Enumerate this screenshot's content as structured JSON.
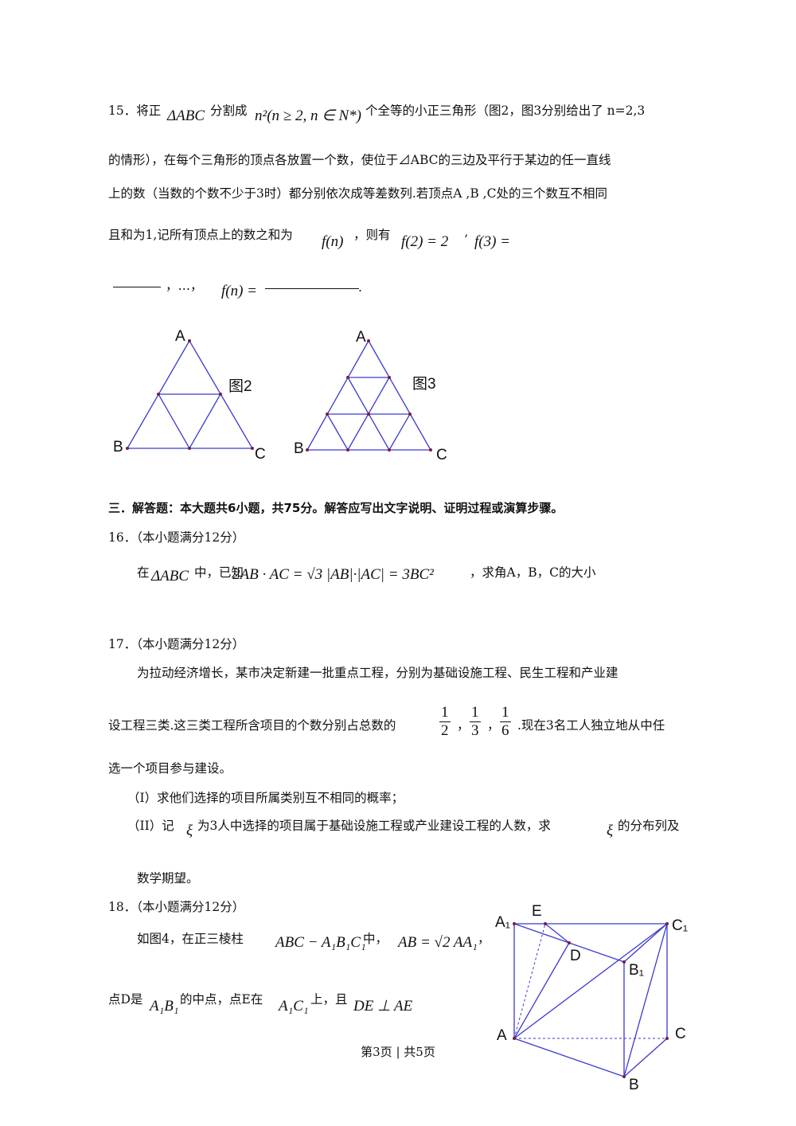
{
  "q15": {
    "num": "15．将正",
    "abc": "ΔABC",
    "split": "分割成",
    "expr": "n²(n ≥ 2, n ∈ N*)",
    "rest1": "个全等的小正三角形（图2，图3分别给出了 n=2,3",
    "line2": "的情形），在每个三角形的顶点各放置一个数，使位于⊿ABC的三边及平行于某边的任一直线",
    "line3": "上的数（当数的个数不少于3时）都分别依次成等差数列.若顶点A ,B ,C处的三个数互不相同",
    "line4a": "且和为1,记所有顶点上的数之和为",
    "fn": "f(n)",
    "line4b": "，则有",
    "f2": "f(2) = 2",
    "comma": "’",
    "f3": "f(3) =",
    "dots": "，…，",
    "fneq": "f(n) =",
    "period": "."
  },
  "fig2": {
    "A": "A",
    "B": "B",
    "C": "C",
    "caption": "图2"
  },
  "fig3": {
    "A": "A",
    "B": "B",
    "C": "C",
    "caption": "图3"
  },
  "section3": "三．解答题：本大题共6小题，共75分。解答应写出文字说明、证明过程或演算步骤。",
  "q16": {
    "num": "16．（本小题满分12分）",
    "pre": "在",
    "abc": "ΔABC",
    "mid": "中，已知",
    "expr": "2AB · AC = √3 |AB|·|AC| = 3BC²",
    "post": "，求角A，B，C的大小"
  },
  "q17": {
    "num": "17．（本小题满分12分）",
    "line1": "为拉动经济增长，某市决定新建一批重点工程，分别为基础设施工程、民生工程和产业建",
    "line2a": "设工程三类.这三类工程所含项目的个数分别占总数的",
    "f1n": "1",
    "f1d": "2",
    "sep1": "，",
    "f2n": "1",
    "f2d": "3",
    "sep2": "，",
    "f3n": "1",
    "f3d": "6",
    "line2b": ".现在3名工人独立地从中任",
    "line3": "选一个项目参与建设。",
    "p1": "（I）求他们选择的项目所属类别互不相同的概率；",
    "p2a": "（II）记",
    "xi": "ξ",
    "p2b": "为3人中选择的项目属于基础设施工程或产业建设工程的人数，求",
    "p2c": "的分布列及",
    "p2d": "数学期望。"
  },
  "q18": {
    "num": "18．（本小题满分12分）",
    "l1a": "如图4，在正三棱柱",
    "prism": "ABC − A₁B₁C₁",
    "l1b": "中，",
    "ab": "AB = √2 AA₁",
    "l1c": "，",
    "l2a": "点D是",
    "a1b1": "A₁B₁",
    "l2b": "的中点，点E在",
    "a1c1": "A₁C₁",
    "l2c": "上，且",
    "perp": "DE ⊥ AE"
  },
  "fig4": {
    "A1": "A₁",
    "E": "E",
    "C1": "C₁",
    "D": "D",
    "B1": "B₁",
    "A": "A",
    "C": "C",
    "B": "B"
  },
  "footer": "第3页  | 共5页"
}
